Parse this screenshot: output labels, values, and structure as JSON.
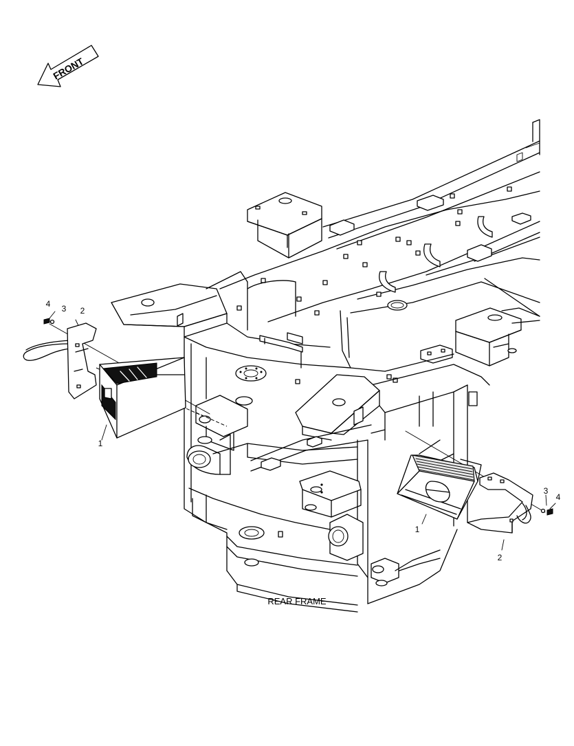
{
  "front_arrow": {
    "label": "FRONT"
  },
  "frame": {
    "caption": "REAR FRAME"
  },
  "left_callouts": {
    "c1": "1",
    "c2": "2",
    "c3": "3",
    "c4": "4"
  },
  "right_callouts": {
    "c1": "1",
    "c2": "2",
    "c3": "3",
    "c4": "4"
  }
}
